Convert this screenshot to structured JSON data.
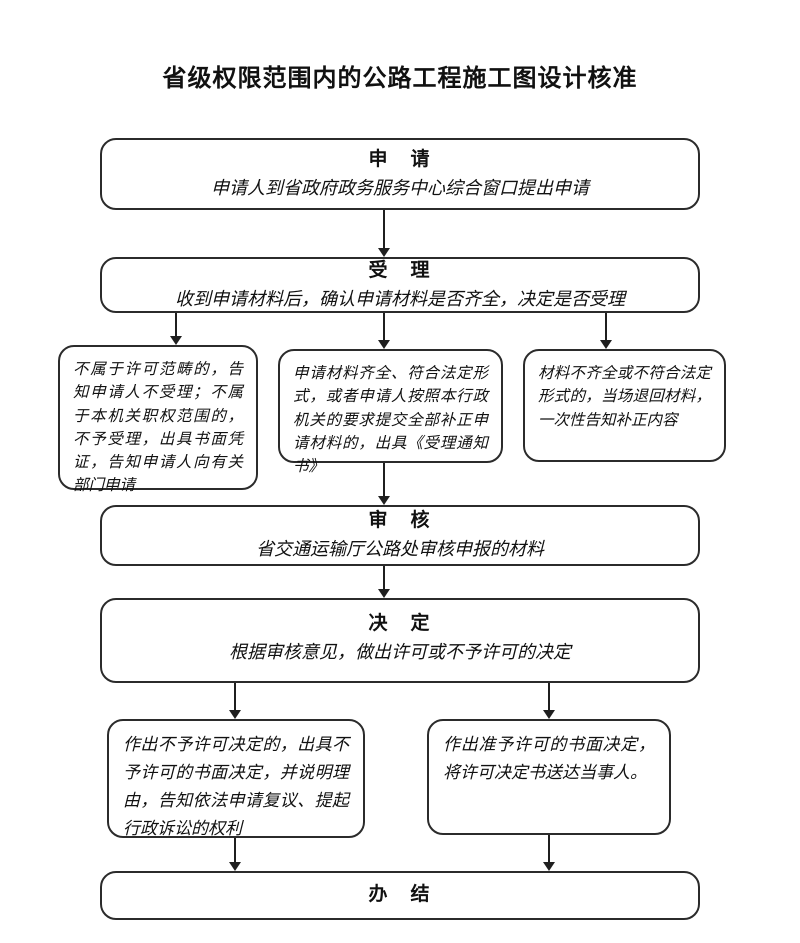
{
  "colors": {
    "background": "#ffffff",
    "line": "#1f1f1f",
    "text": "#111111"
  },
  "title": "省级权限范围内的公路工程施工图设计核准",
  "nodes": {
    "apply": {
      "heading": "申　请",
      "desc": "申请人到省政府政务服务中心综合窗口提出申请"
    },
    "accept": {
      "heading": "受　理",
      "desc": "收到申请材料后，确认申请材料是否齐全，决定是否受理"
    },
    "reject_notice": {
      "text": "不属于许可范畴的，告知申请人不受理；不属于本机关职权范围的，不予受理，出具书面凭证，告知申请人向有关部门申请"
    },
    "accept_notice": {
      "text": "申请材料齐全、符合法定形式，或者申请人按照本行政机关的要求提交全部补正申请材料的，出具《受理通知书》"
    },
    "return_notice": {
      "text": "材料不齐全或不符合法定形式的，当场退回材料，一次性告知补正内容"
    },
    "review": {
      "heading": "审　核",
      "desc": "省交通运输厅公路处审核申报的材料"
    },
    "decide": {
      "heading": "决　定",
      "desc": "根据审核意见，做出许可或不予许可的决定"
    },
    "deny_result": {
      "text": "作出不予许可决定的，出具不予许可的书面决定，并说明理由，告知依法申请复议、提起行政诉讼的权利"
    },
    "grant_result": {
      "text": "作出准予许可的书面决定，将许可决定书送达当事人。"
    },
    "complete": {
      "heading": "办　结"
    }
  }
}
